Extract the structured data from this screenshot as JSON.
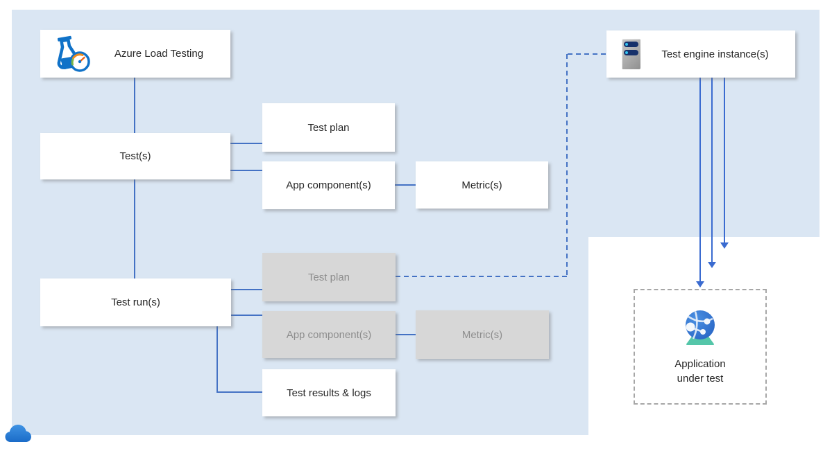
{
  "colors": {
    "panel_blue": "#dae6f3",
    "connector_blue": "#4472c4",
    "gray_box_fill": "#d7d7d7",
    "gray_box_text": "#8d8d8d",
    "dark_text": "#262626",
    "dashed_box_border": "#a6a6a6",
    "arrow_blue": "#3a6bd0"
  },
  "nodes": {
    "azure_load_testing": {
      "label": "Azure Load Testing",
      "icon": "load-testing-flask-icon"
    },
    "tests": {
      "label": "Test(s)"
    },
    "test_runs": {
      "label": "Test run(s)"
    },
    "test_plan_config": {
      "label": "Test plan"
    },
    "app_components_config": {
      "label": "App component(s)"
    },
    "metrics_config": {
      "label": "Metric(s)"
    },
    "test_plan_run": {
      "label": "Test plan"
    },
    "app_components_run": {
      "label": "App component(s)"
    },
    "metrics_run": {
      "label": "Metric(s)"
    },
    "test_results_logs": {
      "label": "Test results & logs"
    },
    "test_engine_instances": {
      "label": "Test engine instance(s)",
      "icon": "server-icon"
    },
    "application_under_test": {
      "label_line1": "Application",
      "label_line2": "under test",
      "icon": "globe-icon"
    }
  },
  "decorations": {
    "cloud_icon": "azure-cloud-icon"
  }
}
